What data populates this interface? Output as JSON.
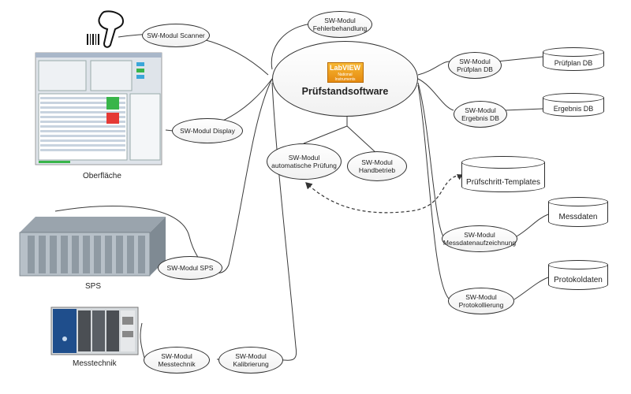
{
  "center": {
    "logo": "LabVIEW",
    "logo_sub": "National Instruments",
    "title": "Prüfstandsoftware"
  },
  "nodes": {
    "scanner": [
      "SW-Modul Scanner"
    ],
    "fehler": [
      "SW-Modul",
      "Fehlerbehandlung"
    ],
    "display": [
      "SW-Modul Display"
    ],
    "automatik": [
      "SW-Modul",
      "automatische Prüfung"
    ],
    "handbetrieb": [
      "SW-Modul",
      "Handbetrieb"
    ],
    "sps": [
      "SW-Modul SPS"
    ],
    "messtechnik": [
      "SW-Modul",
      "Messtechnik"
    ],
    "kalibrierung": [
      "SW-Modul",
      "Kalibrierung"
    ],
    "pruefplan": [
      "SW-Modul",
      "Prüfplan DB"
    ],
    "ergebnis": [
      "SW-Modul",
      "Ergebnis DB"
    ],
    "messdatenauf": [
      "SW-Modul",
      "Messdatenaufzeichnung"
    ],
    "protokoll": [
      "SW-Modul",
      "Protokollierung"
    ]
  },
  "databases": {
    "pruefplan_db": "Prüfplan DB",
    "ergebnis_db": "Ergebnis DB",
    "templates": "Prüfschritt-Templates",
    "messdaten": "Messdaten",
    "protokolldaten": "Protokoldaten"
  },
  "captions": {
    "oberflaeche": "Oberfläche",
    "sps": "SPS",
    "messtechnik": "Messtechnik"
  },
  "icons": {
    "scanner": "barcode-scanner-icon",
    "ui": "screenshot-thumbnail",
    "plc": "plc-hardware-image",
    "daq": "measurement-hardware-image"
  }
}
